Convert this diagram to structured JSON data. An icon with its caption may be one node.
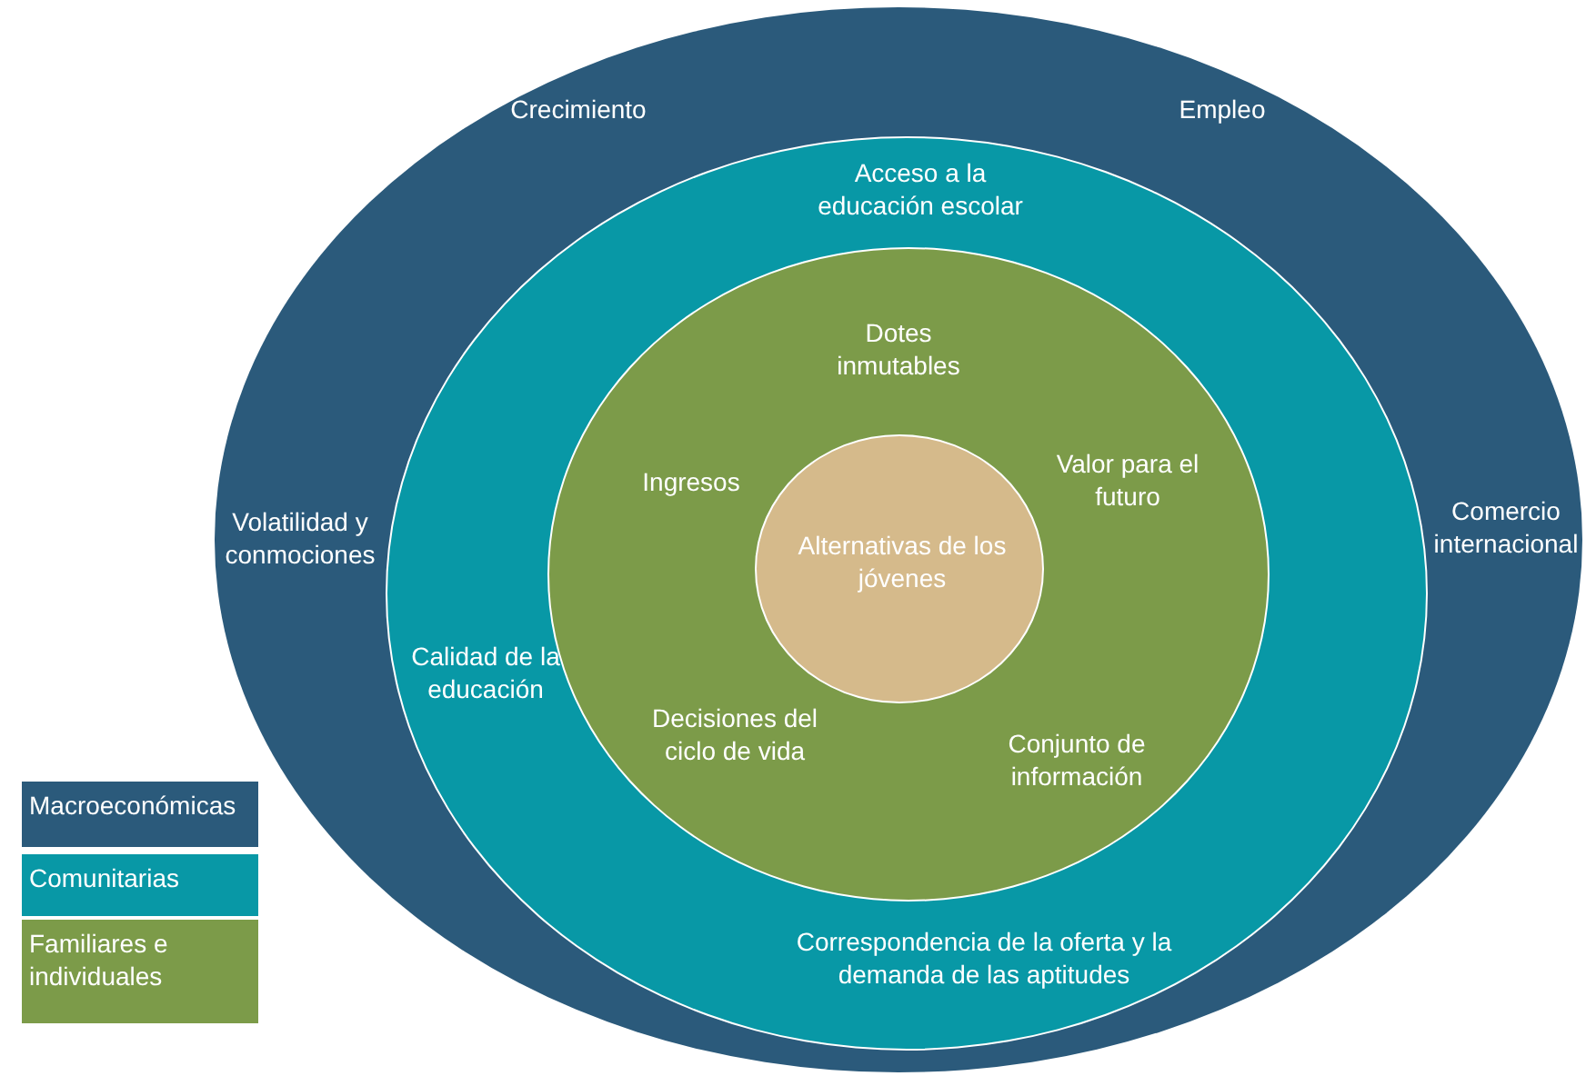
{
  "diagram": {
    "nodes": [
      {
        "text": [
          "Crecimiento",
          "Empleo",
          "Volatilidad y conmociones",
          "Comercio internacional"
        ]
      },
      {
        "text": [
          "Acceso a la educación escolar",
          "Calidad de la educación",
          "Correspondencia de la oferta y la demanda de las aptitudes"
        ],
        "in": 0
      },
      {
        "text": [
          "Dotes inmutables",
          "Ingresos",
          "Valor para el futuro",
          "Decisiones del ciclo de vida",
          "Conjunto de información"
        ],
        "in": 1
      },
      {
        "text": [
          "Alternativas de los jóvenes"
        ],
        "in": 2
      }
    ],
    "legend": [
      {
        "text": "Macroeconómicas",
        "color": "#2b5a7b"
      },
      {
        "text": "Comunitarias",
        "color": "#0898a6"
      },
      {
        "text": "Familiares e individuales",
        "color": "#7c9b49"
      }
    ]
  }
}
